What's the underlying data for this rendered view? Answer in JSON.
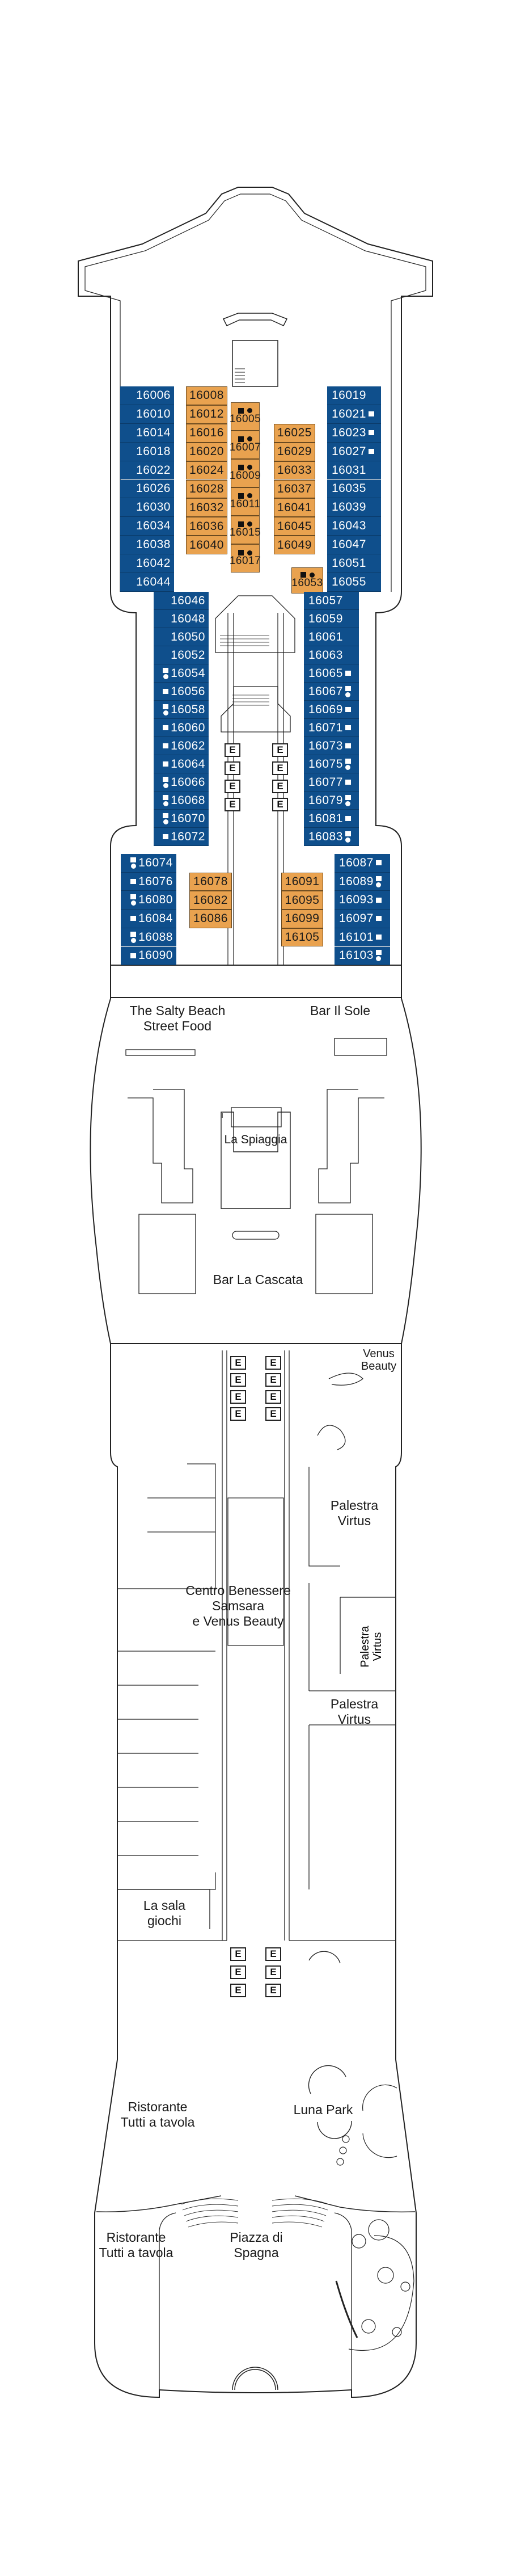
{
  "colors": {
    "standard_cabin": "#0f4f8c",
    "premium_cabin": "#e9a24f",
    "hull_line": "#222222"
  },
  "legend_icons": {
    "sq": "square-marker",
    "sqci": "square-and-circle-marker"
  },
  "elevator_label": "E",
  "cabins": {
    "fore_left_blue": [
      {
        "n": "16006",
        "i": ""
      },
      {
        "n": "16010",
        "i": ""
      },
      {
        "n": "16014",
        "i": ""
      },
      {
        "n": "16018",
        "i": ""
      },
      {
        "n": "16022",
        "i": ""
      },
      {
        "n": "16026",
        "i": ""
      },
      {
        "n": "16030",
        "i": ""
      },
      {
        "n": "16034",
        "i": ""
      },
      {
        "n": "16038",
        "i": ""
      },
      {
        "n": "16042",
        "i": ""
      },
      {
        "n": "16044",
        "i": ""
      }
    ],
    "fore_left_orange": [
      {
        "n": "16008",
        "i": ""
      },
      {
        "n": "16012",
        "i": ""
      },
      {
        "n": "16016",
        "i": ""
      },
      {
        "n": "16020",
        "i": ""
      },
      {
        "n": "16024",
        "i": ""
      },
      {
        "n": "16028",
        "i": ""
      },
      {
        "n": "16032",
        "i": ""
      },
      {
        "n": "16036",
        "i": ""
      },
      {
        "n": "16040",
        "i": ""
      }
    ],
    "fore_mid_orange": [
      {
        "n": "16005",
        "i": "sqci"
      },
      {
        "n": "16007",
        "i": "sqci"
      },
      {
        "n": "16009",
        "i": "sqci"
      },
      {
        "n": "16011",
        "i": "sqci"
      },
      {
        "n": "16015",
        "i": "sqci"
      },
      {
        "n": "16017",
        "i": "sqci"
      }
    ],
    "fore_right_orange": [
      {
        "n": "16025",
        "i": ""
      },
      {
        "n": "16029",
        "i": ""
      },
      {
        "n": "16033",
        "i": ""
      },
      {
        "n": "16037",
        "i": ""
      },
      {
        "n": "16041",
        "i": ""
      },
      {
        "n": "16045",
        "i": ""
      },
      {
        "n": "16049",
        "i": ""
      }
    ],
    "fore_single_orange": [
      {
        "n": "16053",
        "i": "sqci"
      }
    ],
    "fore_right_blue": [
      {
        "n": "16019",
        "i": ""
      },
      {
        "n": "16021",
        "i": "sq"
      },
      {
        "n": "16023",
        "i": "sq"
      },
      {
        "n": "16027",
        "i": "sq"
      },
      {
        "n": "16031",
        "i": ""
      },
      {
        "n": "16035",
        "i": ""
      },
      {
        "n": "16039",
        "i": ""
      },
      {
        "n": "16043",
        "i": ""
      },
      {
        "n": "16047",
        "i": ""
      },
      {
        "n": "16051",
        "i": ""
      },
      {
        "n": "16055",
        "i": ""
      }
    ],
    "mid_left_blue": [
      {
        "n": "16046",
        "i": ""
      },
      {
        "n": "16048",
        "i": ""
      },
      {
        "n": "16050",
        "i": ""
      },
      {
        "n": "16052",
        "i": ""
      },
      {
        "n": "16054",
        "i": "sqci"
      },
      {
        "n": "16056",
        "i": "sq"
      },
      {
        "n": "16058",
        "i": "sqci"
      },
      {
        "n": "16060",
        "i": "sq"
      },
      {
        "n": "16062",
        "i": "sq"
      },
      {
        "n": "16064",
        "i": "sq"
      },
      {
        "n": "16066",
        "i": "sqci"
      },
      {
        "n": "16068",
        "i": "sqci"
      },
      {
        "n": "16070",
        "i": "sqci"
      },
      {
        "n": "16072",
        "i": "sq"
      }
    ],
    "mid_right_blue": [
      {
        "n": "16057",
        "i": ""
      },
      {
        "n": "16059",
        "i": ""
      },
      {
        "n": "16061",
        "i": ""
      },
      {
        "n": "16063",
        "i": ""
      },
      {
        "n": "16065",
        "i": "sq"
      },
      {
        "n": "16067",
        "i": "sqci"
      },
      {
        "n": "16069",
        "i": "sq"
      },
      {
        "n": "16071",
        "i": "sq"
      },
      {
        "n": "16073",
        "i": "sq"
      },
      {
        "n": "16075",
        "i": "sqci"
      },
      {
        "n": "16077",
        "i": "sq"
      },
      {
        "n": "16079",
        "i": "sqci"
      },
      {
        "n": "16081",
        "i": "sq"
      },
      {
        "n": "16083",
        "i": "sqci"
      }
    ],
    "aft_left_blue": [
      {
        "n": "16074",
        "i": "sqci"
      },
      {
        "n": "16076",
        "i": "sq"
      },
      {
        "n": "16080",
        "i": "sqci"
      },
      {
        "n": "16084",
        "i": "sq"
      },
      {
        "n": "16088",
        "i": "sqci"
      },
      {
        "n": "16090",
        "i": "sq"
      }
    ],
    "aft_left_orange": [
      {
        "n": "16078",
        "i": ""
      },
      {
        "n": "16082",
        "i": ""
      },
      {
        "n": "16086",
        "i": ""
      }
    ],
    "aft_right_orange": [
      {
        "n": "16091",
        "i": ""
      },
      {
        "n": "16095",
        "i": ""
      },
      {
        "n": "16099",
        "i": ""
      },
      {
        "n": "16105",
        "i": ""
      }
    ],
    "aft_right_blue": [
      {
        "n": "16087",
        "i": "sq"
      },
      {
        "n": "16089",
        "i": "sqci"
      },
      {
        "n": "16093",
        "i": "sq"
      },
      {
        "n": "16097",
        "i": "sq"
      },
      {
        "n": "16101",
        "i": "sq"
      },
      {
        "n": "16103",
        "i": "sqci"
      }
    ]
  },
  "venues": {
    "salty_beach": [
      "The Salty Beach",
      "Street Food"
    ],
    "bar_il_sole": "Bar Il Sole",
    "la_spiaggia": "La Spiaggia",
    "bar_la_cascata": "Bar La Cascata",
    "venus_beauty": [
      "Venus",
      "Beauty"
    ],
    "palestra_1": [
      "Palestra",
      "Virtus"
    ],
    "centro_benessere": [
      "Centro Benessere",
      "Samsara",
      "e Venus Beauty"
    ],
    "palestra_vertical": [
      "Palestra",
      "Virtus"
    ],
    "palestra_2": [
      "Palestra",
      "Virtus"
    ],
    "sala_giochi": [
      "La sala",
      "giochi"
    ],
    "luna_park": "Luna Park",
    "ristorante_1": [
      "Ristorante",
      "Tutti a tavola"
    ],
    "ristorante_2": [
      "Ristorante",
      "Tutti a tavola"
    ],
    "piazza_di_spagna": [
      "Piazza di",
      "Spagna"
    ]
  }
}
